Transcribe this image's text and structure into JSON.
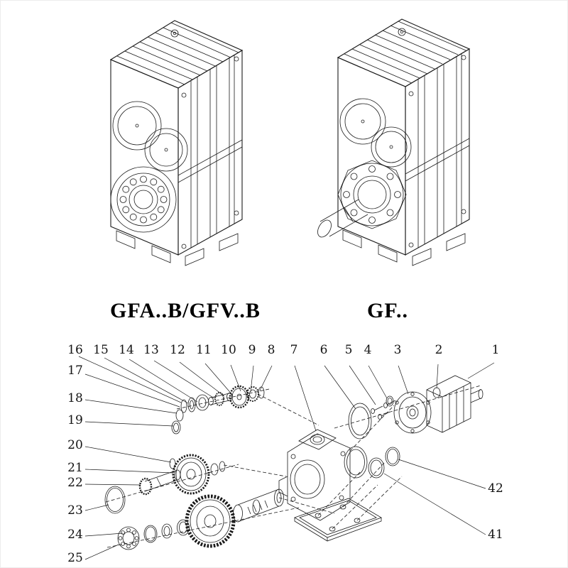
{
  "models": {
    "left_label": "GFA..B/GFV..B",
    "right_label": "GF.."
  },
  "exploded": {
    "callouts": [
      {
        "n": "16"
      },
      {
        "n": "15"
      },
      {
        "n": "14"
      },
      {
        "n": "13"
      },
      {
        "n": "12"
      },
      {
        "n": "11"
      },
      {
        "n": "10"
      },
      {
        "n": "9"
      },
      {
        "n": "8"
      },
      {
        "n": "7"
      },
      {
        "n": "6"
      },
      {
        "n": "5"
      },
      {
        "n": "4"
      },
      {
        "n": "3"
      },
      {
        "n": "2"
      },
      {
        "n": "1"
      },
      {
        "n": "17"
      },
      {
        "n": "18"
      },
      {
        "n": "19"
      },
      {
        "n": "20"
      },
      {
        "n": "21"
      },
      {
        "n": "22"
      },
      {
        "n": "23"
      },
      {
        "n": "24"
      },
      {
        "n": "25"
      },
      {
        "n": "42"
      },
      {
        "n": "41"
      }
    ]
  },
  "colors": {
    "line": "#1b1b1b",
    "background": "#ffffff"
  }
}
